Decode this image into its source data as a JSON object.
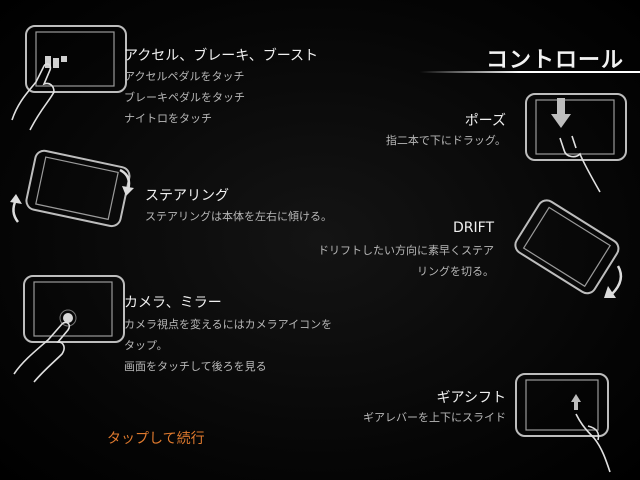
{
  "title": "コントロール",
  "sections": {
    "accel": {
      "heading": "アクセル、ブレーキ、ブースト",
      "lines": [
        "アクセルペダルをタッチ",
        "ブレーキペダルをタッチ",
        "ナイトロをタッチ"
      ]
    },
    "steering": {
      "heading": "ステアリング",
      "lines": [
        "ステアリングは本体を左右に傾ける。"
      ]
    },
    "camera": {
      "heading": "カメラ、ミラー",
      "lines": [
        "カメラ視点を変えるにはカメラアイコンを",
        "タップ。",
        "画面をタッチして後ろを見る"
      ]
    },
    "pause": {
      "heading": "ポーズ",
      "lines": [
        "指二本で下にドラッグ。"
      ]
    },
    "drift": {
      "heading": "DRIFT",
      "lines": [
        "ドリフトしたい方向に素早くステア",
        "リングを切る。"
      ]
    },
    "gear": {
      "heading": "ギアシフト",
      "lines": [
        "ギアレバーを上下にスライド"
      ]
    }
  },
  "continue_label": "タップして続行"
}
